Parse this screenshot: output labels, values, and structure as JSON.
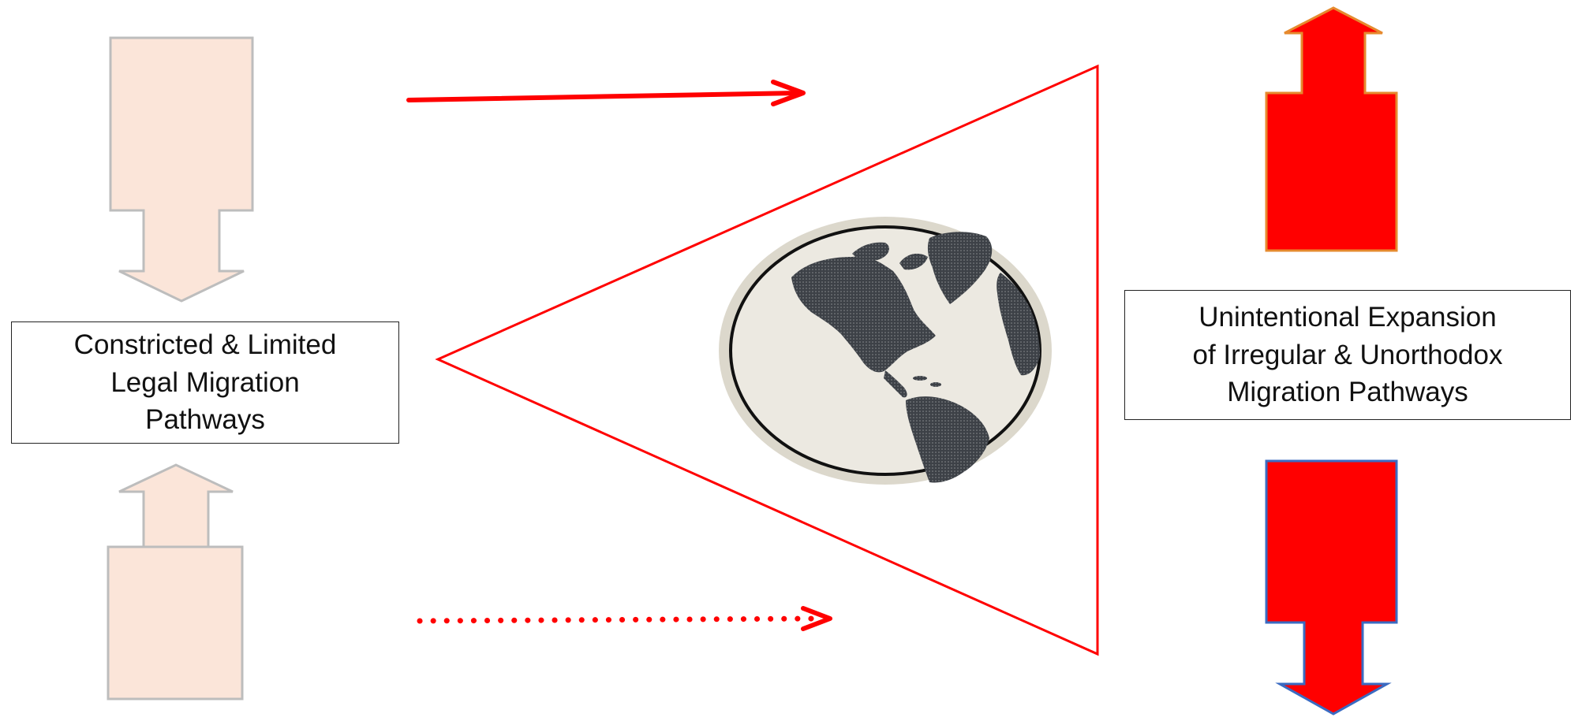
{
  "colors": {
    "accent_red": "#ff0000",
    "legal_arrow_fill": "#fbe5d9",
    "legal_arrow_stroke": "#bdbdbd",
    "irregular_arrow_fill": "#ff0000",
    "up_arrow_outline": "#e68a2e",
    "down_arrow_outline": "#3a6bc2",
    "globe_land": "#3d4147",
    "globe_ocean": "#ece9e1",
    "globe_halo": "#dcd8cc"
  },
  "icons": {
    "globe": "globe-icon"
  },
  "left_box": {
    "lines": [
      "Constricted & Limited",
      "Legal Migration",
      "Pathways"
    ]
  },
  "right_box": {
    "lines": [
      "Unintentional Expansion",
      "of Irregular & Unorthodox",
      "Migration Pathways"
    ]
  }
}
